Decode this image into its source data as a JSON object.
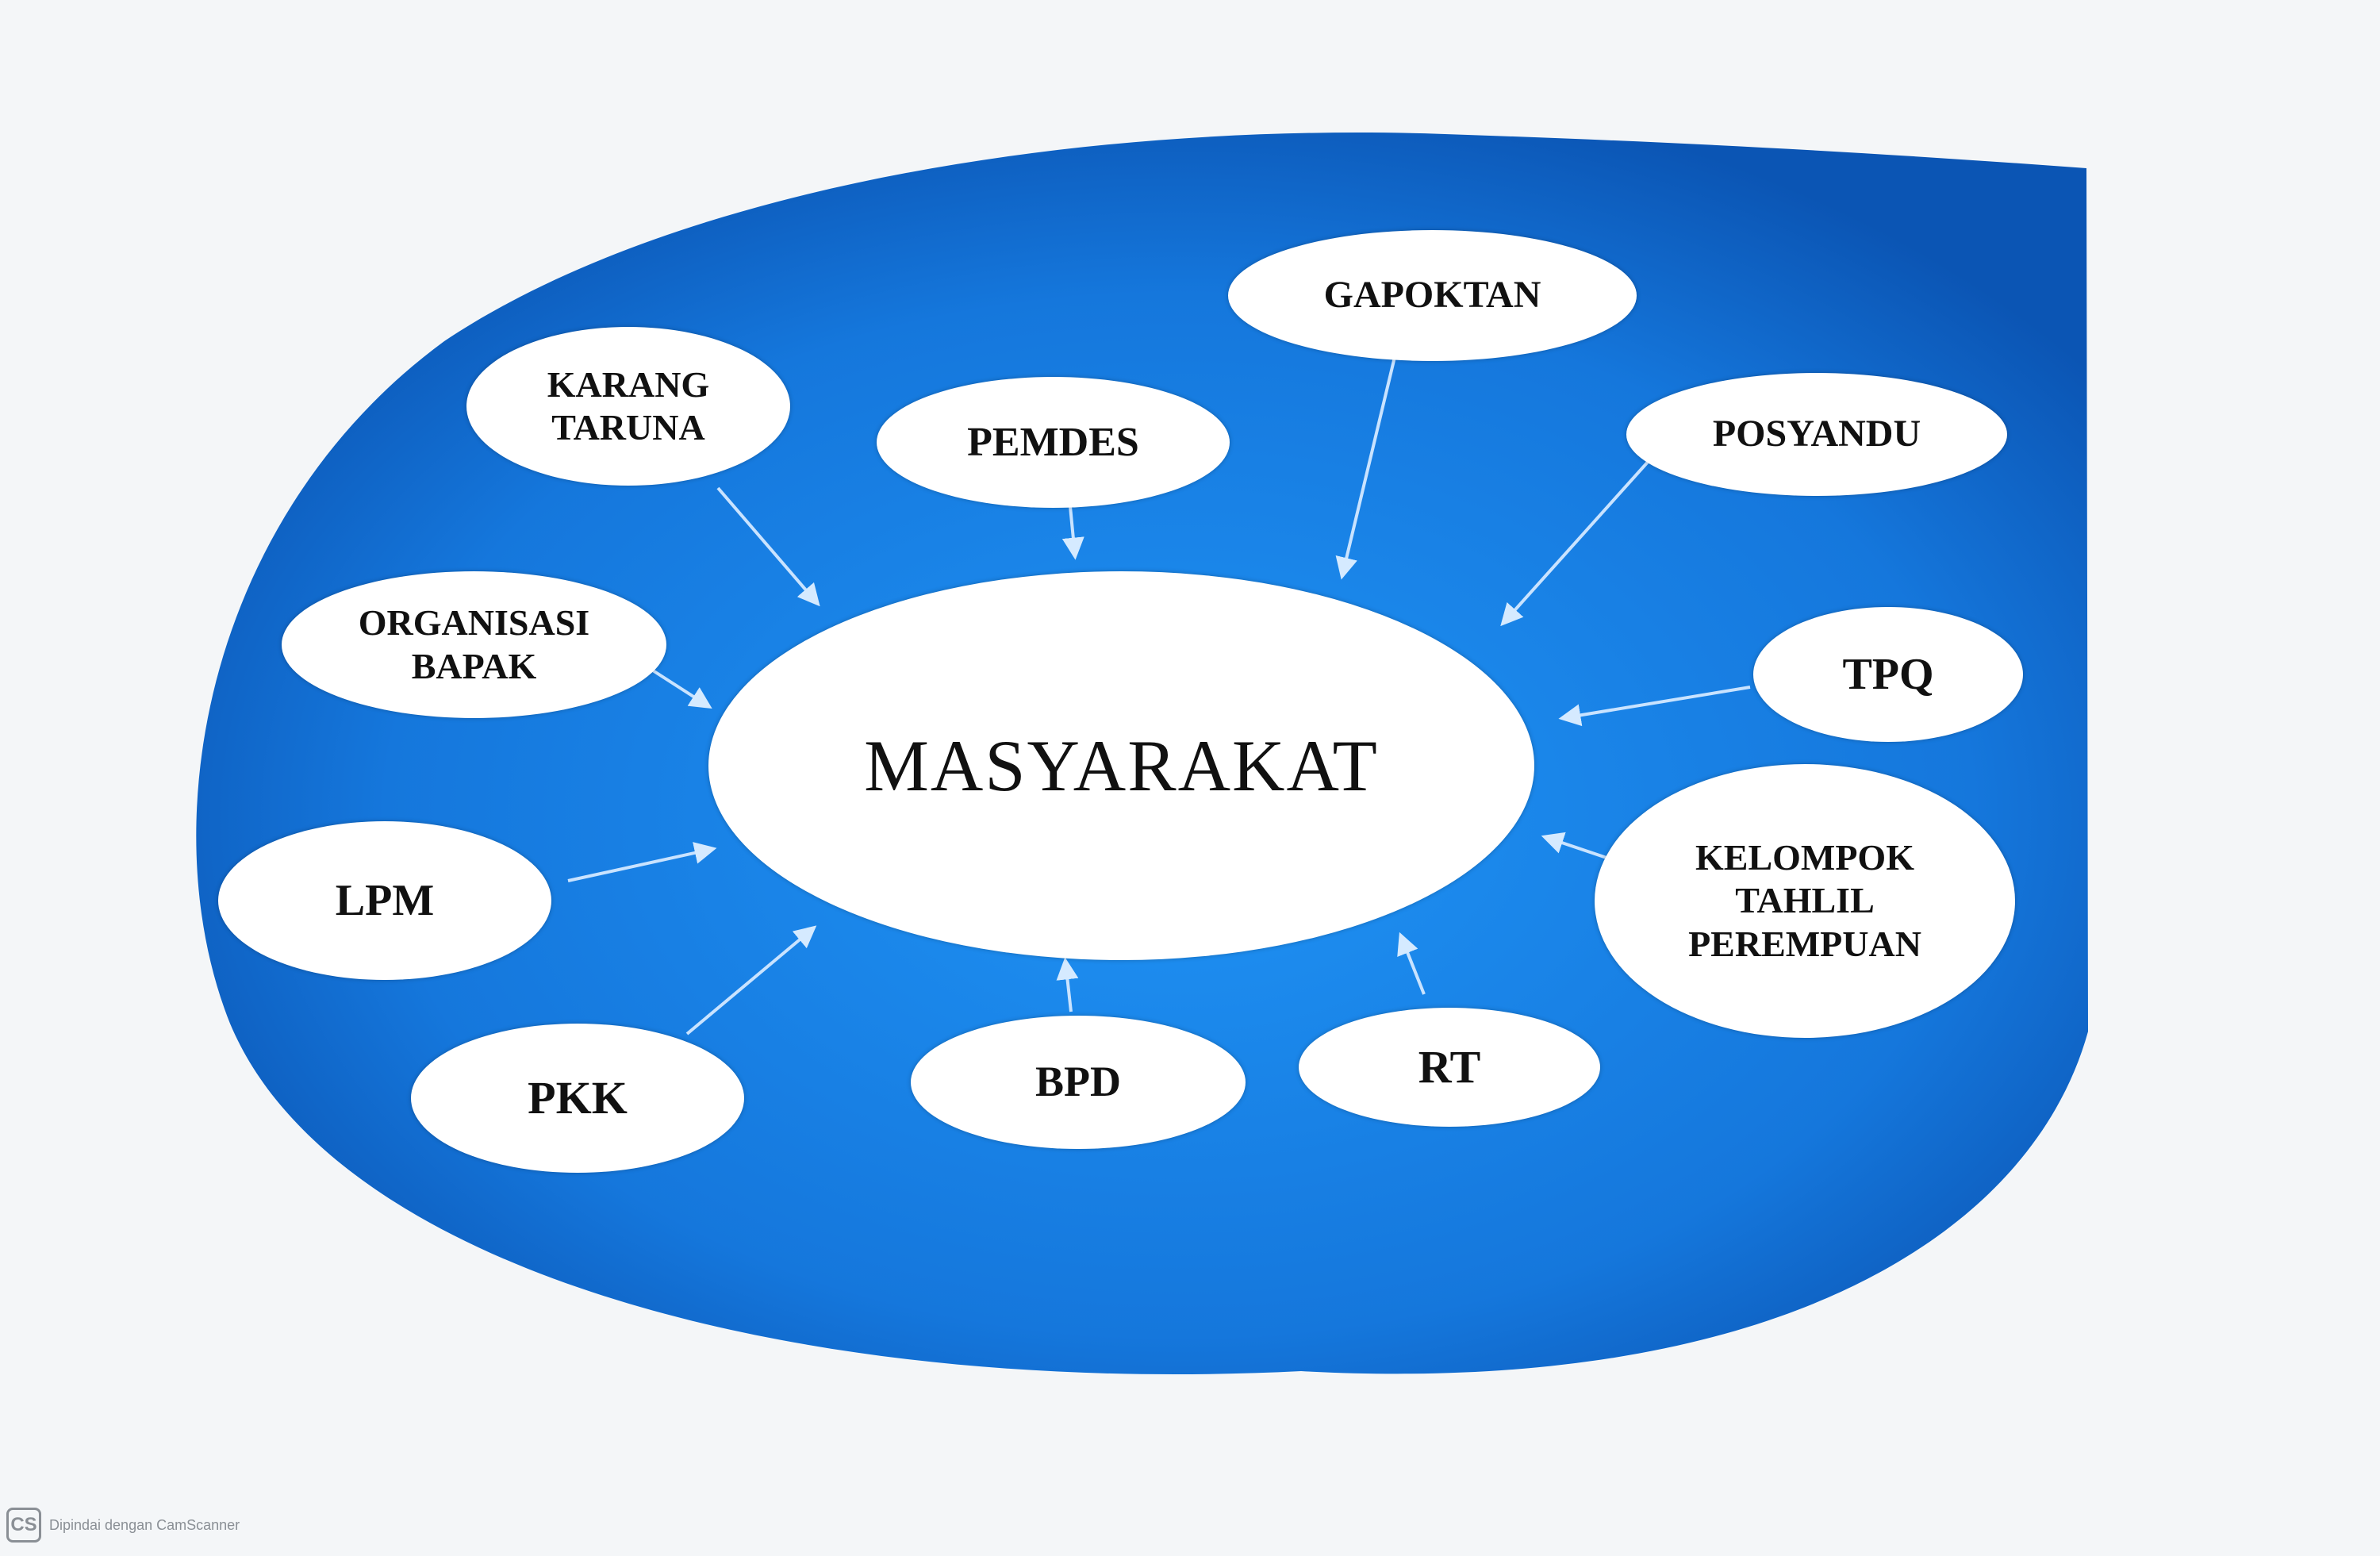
{
  "diagram": {
    "center": {
      "label": "MASYARAKAT"
    },
    "nodes": [
      {
        "id": "karang-taruna",
        "label": "KARANG\nTARUNA"
      },
      {
        "id": "pemdes",
        "label": "PEMDES"
      },
      {
        "id": "gapoktan",
        "label": "GAPOKTAN"
      },
      {
        "id": "posyandu",
        "label": "POSYANDU"
      },
      {
        "id": "organisasi-bapak",
        "label": "ORGANISASI\nBAPAK"
      },
      {
        "id": "tpq",
        "label": "TPQ"
      },
      {
        "id": "lpm",
        "label": "LPM"
      },
      {
        "id": "kelompok-tahlil-perempuan",
        "label": "KELOMPOK\nTAHLIL\nPEREMPUAN"
      },
      {
        "id": "pkk",
        "label": "PKK"
      },
      {
        "id": "bpd",
        "label": "BPD"
      },
      {
        "id": "rt",
        "label": "RT"
      }
    ],
    "edges": [
      {
        "from": "karang-taruna",
        "to": "center"
      },
      {
        "from": "pemdes",
        "to": "center"
      },
      {
        "from": "gapoktan",
        "to": "center"
      },
      {
        "from": "posyandu",
        "to": "center"
      },
      {
        "from": "organisasi-bapak",
        "to": "center"
      },
      {
        "from": "tpq",
        "to": "center"
      },
      {
        "from": "lpm",
        "to": "center"
      },
      {
        "from": "kelompok-tahlil-perempuan",
        "to": "center"
      },
      {
        "from": "pkk",
        "to": "center"
      },
      {
        "from": "bpd",
        "to": "center"
      },
      {
        "from": "rt",
        "to": "center"
      }
    ]
  },
  "watermark": {
    "logo": "CS",
    "text": "Dipindai dengan CamScanner"
  },
  "colors": {
    "blob_dark": "#0d5cc0",
    "blob_light": "#1a88ee",
    "node_fill": "#ffffff",
    "arrow": "#c9e3ff"
  }
}
